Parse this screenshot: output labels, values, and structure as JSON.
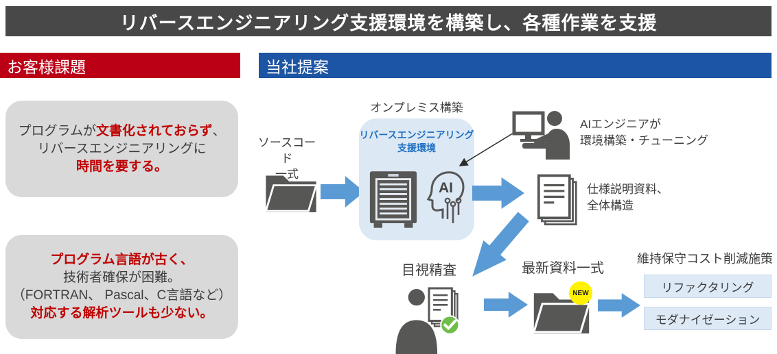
{
  "banner": {
    "title": "リバースエンジニアリング支援環境を構築し、各種作業を支援"
  },
  "sections": {
    "customer_header": "お客様課題",
    "proposal_header": "当社提案"
  },
  "issues": {
    "card1": {
      "part1": "プログラムが",
      "part2": "文書化されておらず",
      "part3": "、",
      "line2": "リバースエンジニアリングに",
      "line3": "時間を要する。"
    },
    "card2": {
      "line1": "プログラム言語が古く、",
      "line2": "技術者確保が困難。",
      "line3": "（FORTRAN、 Pascal、C言語など）",
      "line4": "対応する解析ツールも少ない。"
    }
  },
  "flow": {
    "source_code": {
      "line1": "ソースコード",
      "line2": "一式"
    },
    "onprem_label": "オンプレミス構築",
    "env": {
      "title_line1": "リバースエンジニアリング",
      "title_line2": "支援環境",
      "ai_label": "AI"
    },
    "engineer": {
      "line1": "AIエンジニアが",
      "line2": "環境構築・チューニング"
    },
    "spec_docs": {
      "line1": "仕様説明資料、",
      "line2": "全体構造"
    },
    "inspection_label": "目視精査",
    "latest_docs_label": "最新資料一式",
    "new_badge": "NEW",
    "measures": {
      "title": "維持保守コスト削減施策",
      "option1": "リファクタリング",
      "option2": "モダナイゼーション"
    }
  },
  "colors": {
    "banner_bg": "#484848",
    "customer_red": "#bb0016",
    "proposal_blue": "#1c55a4",
    "highlight_red": "#c00000",
    "card_gray": "#d9d9d9",
    "arrow_blue": "#5b9bd5",
    "env_box_fill": "#dce8f4",
    "env_title_blue": "#1e70c2",
    "icon_gray": "#575756",
    "new_badge_yellow": "#fff100",
    "check_green": "#6fbe4b",
    "option_box_fill": "#dee9f6"
  }
}
